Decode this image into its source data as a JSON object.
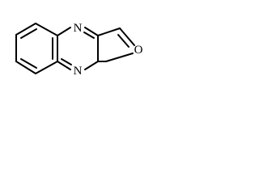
{
  "molecule": {
    "atoms": {
      "n_top": "N",
      "n_bottom": "N",
      "o_ring": "O"
    },
    "colors": {
      "bond": "#000000",
      "label": "#000000",
      "background": "#ffffff"
    }
  }
}
